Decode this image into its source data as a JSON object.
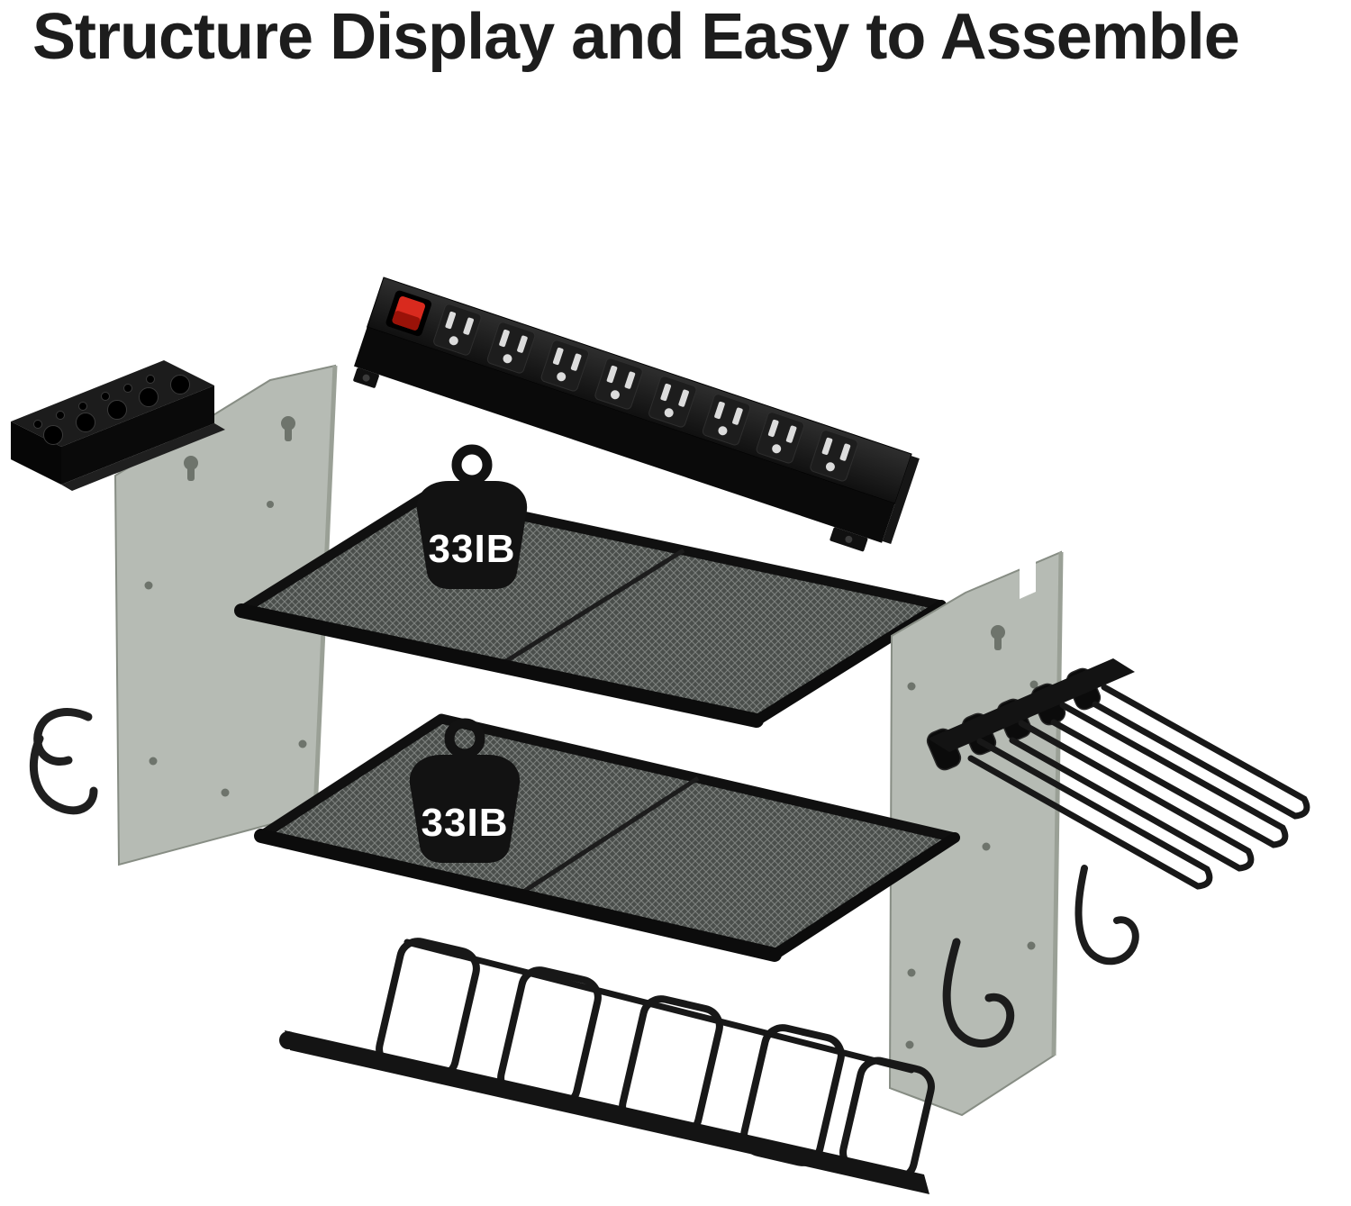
{
  "title": "Structure Display and Easy to Assemble",
  "diagram": {
    "type": "exploded-assembly-view",
    "weight_badges": {
      "upper_shelf": "33IB",
      "lower_shelf": "33IB"
    },
    "parts": [
      "bit-holder-bracket",
      "power-strip-8-outlets",
      "left-side-panel",
      "upper-mesh-shelf",
      "lower-mesh-shelf",
      "right-side-panel",
      "side-drill-holder-rack",
      "bottom-drill-holder-rack",
      "s-hook",
      "j-hook",
      "small-hook"
    ]
  },
  "colors": {
    "background": "#ffffff",
    "title_text": "#1d1d1d",
    "metal_black": "#141414",
    "panel_gray": "#b6bbb4",
    "mesh_gray": "#4a4e4b",
    "switch_red": "#d92a1e",
    "badge_text": "#ffffff"
  }
}
